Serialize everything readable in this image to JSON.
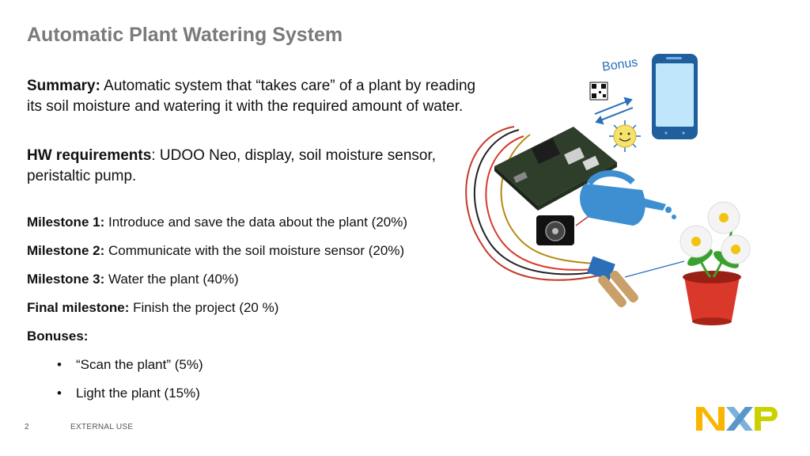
{
  "slide": {
    "title": "Automatic Plant Watering System",
    "summary_label": "Summary:",
    "summary_text": " Automatic system that “takes care” of a plant by reading its soil moisture and watering it with the required amount of water.",
    "hw_label": "HW requirements",
    "hw_text": ": UDOO Neo, display, soil moisture sensor, peristaltic pump.",
    "milestones": [
      {
        "label": "Milestone 1:",
        "text": " Introduce  and save the data about the plant (20%)"
      },
      {
        "label": "Milestone 2:",
        "text": " Communicate with the soil moisture sensor (20%)"
      },
      {
        "label": "Milestone 3:",
        "text": " Water the plant (40%)"
      },
      {
        "label": "Final milestone:",
        "text": " Finish the project (20 %)"
      }
    ],
    "bonuses_label": "Bonuses:",
    "bonuses": [
      "“Scan the plant” (5%)",
      "Light the plant (15%)"
    ],
    "bonus_tag": "Bonus",
    "page_number": "2",
    "footer": "EXTERNAL USE"
  },
  "colors": {
    "title": "#7a7a7a",
    "nxp_yellow": "#f9b500",
    "nxp_blue": "#7bb1db",
    "nxp_green": "#c9d200",
    "can_blue": "#3d8fd1",
    "pot_red": "#d9382a"
  },
  "icons": [
    "smartphone-icon",
    "qr-code-icon",
    "sun-icon",
    "board-icon",
    "pump-icon",
    "watering-can-icon",
    "sensor-icon",
    "flower-pot-icon",
    "nxp-logo"
  ]
}
